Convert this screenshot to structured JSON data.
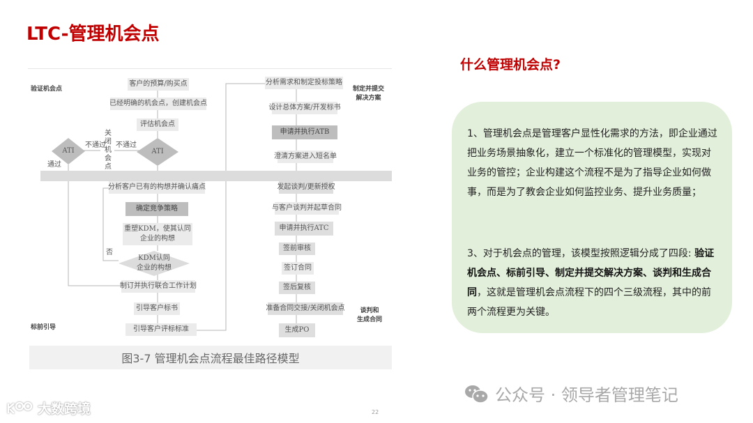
{
  "slide": {
    "title": "LTC-管理机会点",
    "page_number": "22"
  },
  "diagram": {
    "stage_labels": {
      "verify": "验证机会点",
      "pre_bid": "标前引导",
      "solution_line1": "制定并提交",
      "solution_line2": "解决方案",
      "negotiate_line1": "谈判和",
      "negotiate_line2": "生成合同"
    },
    "left_column": {
      "budget": "客户的预算/购买点",
      "create": "已经明确的机会点，创建机会点",
      "evaluate": "评估机会点",
      "ati_right": "ATI",
      "ati_left": "ATI",
      "fail_right": "不通过",
      "fail_left": "不通过",
      "pass": "通过",
      "close": [
        "关",
        "闭",
        "机",
        "会",
        "点"
      ],
      "analyze": "分析客户已有的构想并确认痛点",
      "strategy": "确定竞争策略",
      "reshape_line1": "重塑KDM，使其认同",
      "reshape_line2": "企业的构想",
      "kdm_line1": "KDM认同",
      "kdm_line2": "企业的构想",
      "no": "否",
      "joint_plan": "制订并执行联合工作计划",
      "guide_bid": "引导客户标书",
      "guide_criteria": "引导客户评标标准"
    },
    "right_column": {
      "analyze_req": "分析需求和制定投标策略",
      "design": "设计总体方案/开发标书",
      "atb": "申请并执行ATB",
      "shortlist": "澄清方案进入短名单",
      "initiate": "发起谈判/更新授权",
      "draft": "与客户谈判并起草合同",
      "atc": "申请并执行ATC",
      "pre_review": "签前审核",
      "sign": "签订合同",
      "post_review": "签后复核",
      "handover": "准备合同交接/关闭机会点",
      "po": "生成PO"
    },
    "caption": "图3-7    管理机会点流程最佳路径模型"
  },
  "explanation": {
    "heading": "什么管理机会点?",
    "para1": "1、管理机会点是管理客户显性化需求的方法，即企业通过把业务场景抽象化，建立一个标准化的管理模型，实现对业务的管控；企业构建这个流程不是为了指导企业如何做事，而是为了教会企业如何监控业务、提升业务质量；",
    "para3_prefix": "3、对于机会点的管理，该模型按照逻辑分成了四段: ",
    "para3_bold": "验证机会点、标前引导、制定并提交解决方案、谈判和生成合同",
    "para3_suffix": "，这就是管理机会点流程下的四个三级流程，其中的前两个流程更为关键。"
  },
  "watermarks": {
    "left_text": "大数跨境",
    "right_text": "公众号 · 领导者管理笔记",
    "right_icon": "wechat-icon"
  },
  "colors": {
    "accent_red": "#c00000",
    "card_green": "#e2efda",
    "box_gray": "#dedede",
    "box_dark_gray": "#bdbdbd"
  }
}
